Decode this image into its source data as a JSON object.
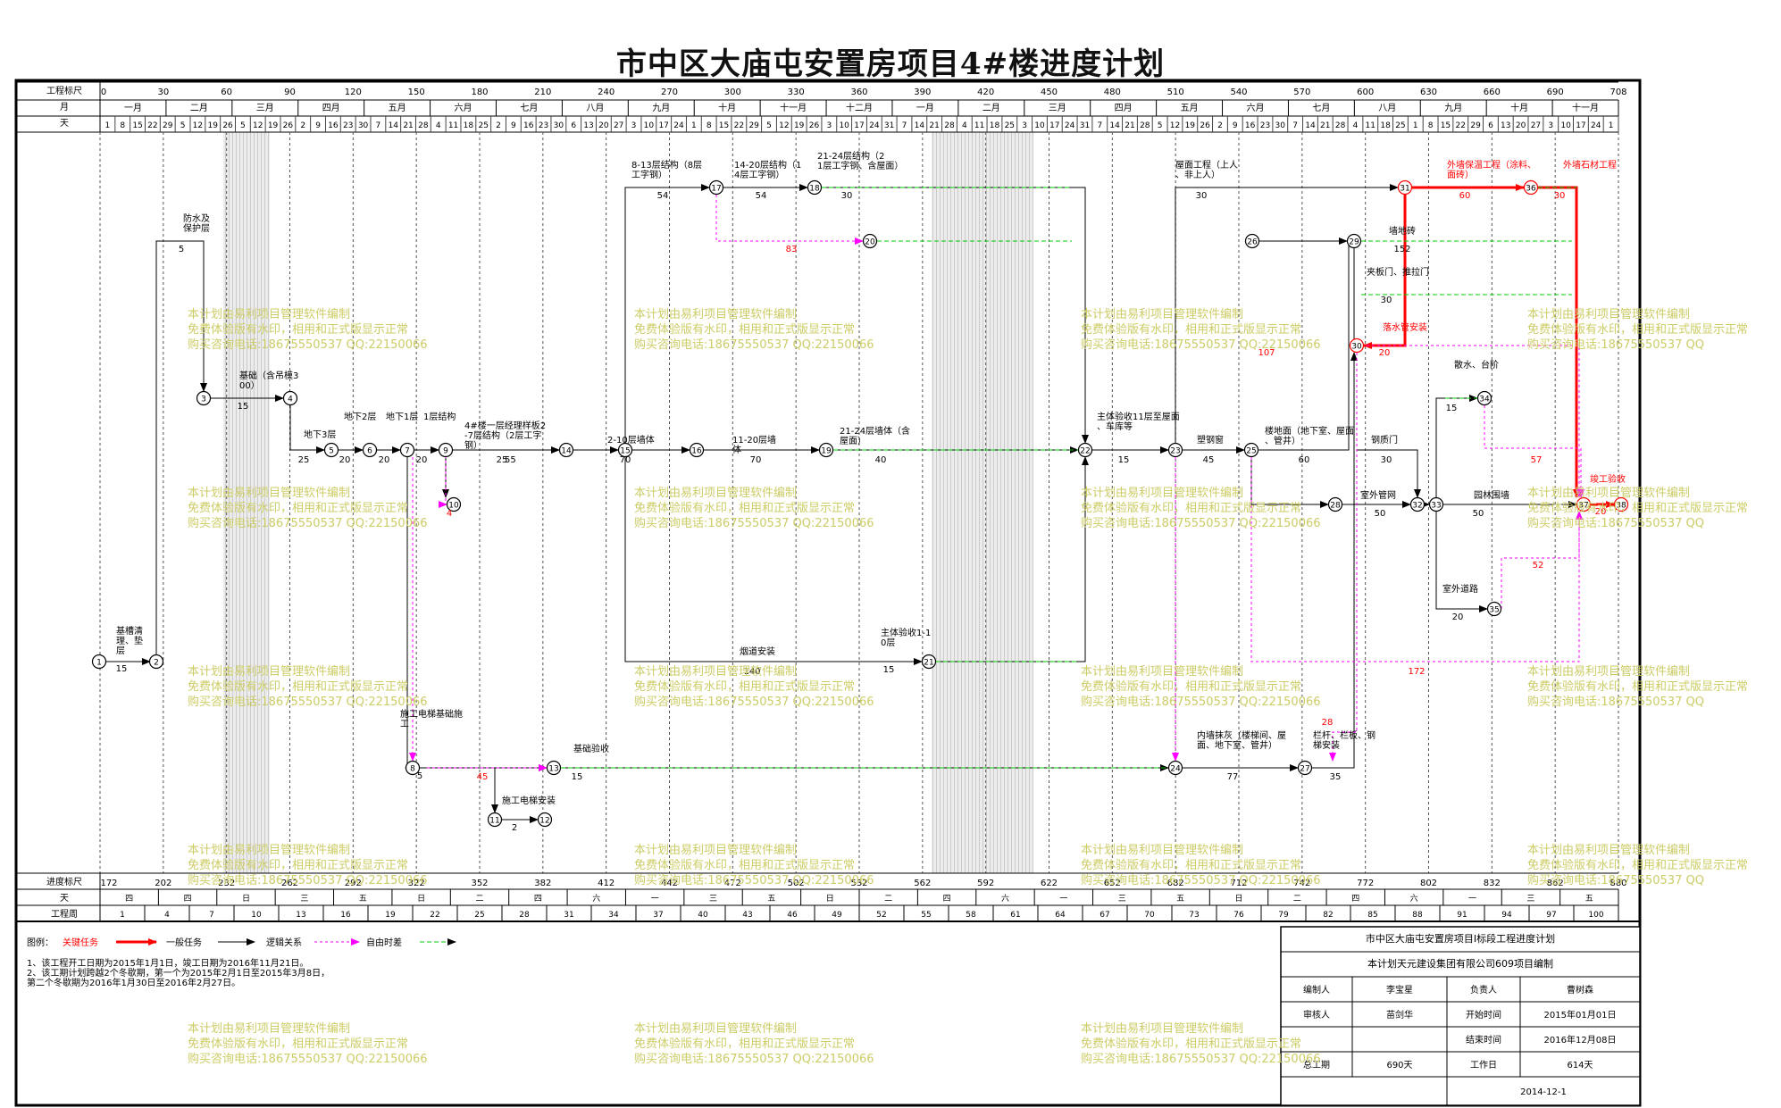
{
  "title": "市中区大庙屯安置房项目4#楼进度计划",
  "top_scale": {
    "row_labels": [
      "工程标尺",
      "月",
      "天"
    ],
    "ticks": [
      "0",
      "30",
      "60",
      "90",
      "120",
      "150",
      "180",
      "210",
      "240",
      "270",
      "300",
      "330",
      "360",
      "390",
      "420",
      "450",
      "480",
      "510",
      "540",
      "570",
      "600",
      "630",
      "660",
      "690",
      "708"
    ],
    "months": [
      "一月",
      "二月",
      "三月",
      "四月",
      "五月",
      "六月",
      "七月",
      "八月",
      "九月",
      "十月",
      "十一月",
      "十二月",
      "一月",
      "二月",
      "三月",
      "四月",
      "五月",
      "六月",
      "七月",
      "八月",
      "九月",
      "十月",
      "十一月"
    ],
    "days": [
      "1",
      "8",
      "15",
      "22",
      "29",
      "5",
      "12",
      "19",
      "26",
      "5",
      "12",
      "19",
      "26",
      "2",
      "9",
      "16",
      "23",
      "30",
      "7",
      "14",
      "21",
      "28",
      "4",
      "11",
      "18",
      "25",
      "2",
      "9",
      "16",
      "23",
      "30",
      "6",
      "13",
      "20",
      "27",
      "3",
      "10",
      "17",
      "24",
      "1",
      "8",
      "15",
      "22",
      "29",
      "5",
      "12",
      "19",
      "26",
      "3",
      "10",
      "17",
      "24",
      "31",
      "7",
      "14",
      "21",
      "28",
      "4",
      "11",
      "18",
      "25",
      "3",
      "10",
      "17",
      "24",
      "31",
      "7",
      "14",
      "21",
      "28",
      "5",
      "12",
      "19",
      "26",
      "2",
      "9",
      "16",
      "23",
      "30",
      "7",
      "14",
      "21",
      "28",
      "4",
      "11",
      "18",
      "25",
      "1",
      "8",
      "15",
      "22",
      "29",
      "6",
      "13",
      "20",
      "27",
      "3",
      "10",
      "17",
      "24",
      "1"
    ]
  },
  "bottom_scale": {
    "row_labels": [
      "进度标尺",
      "天",
      "工程周"
    ],
    "ticks": [
      "172",
      "202",
      "232",
      "262",
      "292",
      "322",
      "352",
      "382",
      "412",
      "442",
      "472",
      "502",
      "532",
      "562",
      "592",
      "622",
      "652",
      "682",
      "712",
      "742",
      "772",
      "802",
      "832",
      "862",
      "880"
    ],
    "weekdays": [
      "四",
      "四",
      "日",
      "三",
      "五",
      "日",
      "二",
      "四",
      "六",
      "一",
      "三",
      "五",
      "日",
      "二",
      "四",
      "六",
      "一",
      "三",
      "五",
      "日",
      "二",
      "四",
      "六",
      "一",
      "三",
      "五"
    ],
    "weeks": [
      "1",
      "4",
      "7",
      "10",
      "13",
      "16",
      "19",
      "22",
      "25",
      "28",
      "31",
      "34",
      "37",
      "40",
      "43",
      "46",
      "49",
      "52",
      "55",
      "58",
      "61",
      "64",
      "67",
      "70",
      "73",
      "76",
      "79",
      "82",
      "85",
      "88",
      "91",
      "94",
      "97",
      "100"
    ]
  },
  "nodes": [
    "1",
    "2",
    "3",
    "4",
    "5",
    "6",
    "7",
    "8",
    "9",
    "10",
    "11",
    "12",
    "13",
    "14",
    "15",
    "16",
    "17",
    "18",
    "19",
    "20",
    "21",
    "22",
    "23",
    "24",
    "25",
    "26",
    "27",
    "28",
    "29",
    "30",
    "31",
    "32",
    "33",
    "34",
    "35",
    "36",
    "37",
    "38"
  ],
  "tasks": [
    {
      "name": "基槽清理、垫层",
      "dur": "15"
    },
    {
      "name": "防水及保护层",
      "dur": "5"
    },
    {
      "name": "基础（含吊模300）",
      "dur": "15"
    },
    {
      "name": "地下3层",
      "dur": "25"
    },
    {
      "name": "地下2层",
      "dur": "20"
    },
    {
      "name": "地下1层",
      "dur": "20"
    },
    {
      "name": "1层结构",
      "dur": "20"
    },
    {
      "name": "4#楼一层经理样板2-7层结构（2层工字钢）",
      "dur": "25"
    },
    {
      "name": "55",
      "dur": ""
    },
    {
      "name": "2-10层墙体",
      "dur": "70"
    },
    {
      "name": "8-13层结构（8层工字钢）",
      "dur": "54"
    },
    {
      "name": "14-20层结构（14层工字钢）",
      "dur": "54"
    },
    {
      "name": "21-24层结构（21层工字钢、含屋面）",
      "dur": "30"
    },
    {
      "name": "11-20层墙体",
      "dur": "70"
    },
    {
      "name": "21-24层墙体（含屋面）",
      "dur": "40"
    },
    {
      "name": "烟道安装",
      "dur": "140"
    },
    {
      "name": "主体验收1-10层",
      "dur": "15"
    },
    {
      "name": "施工电梯基础施工",
      "dur": "5"
    },
    {
      "name": "基础验收",
      "dur": "15"
    },
    {
      "name": "施工电梯安装",
      "dur": "2"
    },
    {
      "name": "主体验收11层至屋面、车库等",
      "dur": "15"
    },
    {
      "name": "屋面工程（上人、非上人）",
      "dur": "30"
    },
    {
      "name": "塑钢窗",
      "dur": "45"
    },
    {
      "name": "楼地面（地下室、屋面、管井）",
      "dur": "60"
    },
    {
      "name": "内墙抹灰（楼梯间、屋面、地下室、管井）",
      "dur": "77"
    },
    {
      "name": "栏杆、栏板、钢梯安装",
      "dur": "35"
    },
    {
      "name": "外墙保温工程（涂料、面砖）",
      "dur": "60"
    },
    {
      "name": "外墙石材工程",
      "dur": "30"
    },
    {
      "name": "墙地砖",
      "dur": "152"
    },
    {
      "name": "夹板门、推拉门",
      "dur": "30"
    },
    {
      "name": "落水管安装",
      "dur": "20"
    },
    {
      "name": "散水、台阶",
      "dur": "15"
    },
    {
      "name": "钢质门",
      "dur": "30"
    },
    {
      "name": "室外管网",
      "dur": "50"
    },
    {
      "name": "园林围墙",
      "dur": "50"
    },
    {
      "name": "室外道路",
      "dur": "20"
    },
    {
      "name": "竣工验收",
      "dur": "20"
    }
  ],
  "float_labels": [
    "83",
    "45",
    "4",
    "107",
    "57",
    "52",
    "172",
    "28"
  ],
  "legend": {
    "title": "图例：",
    "critical": "关键任务",
    "normal": "一般任务",
    "logic": "逻辑关系",
    "free_float": "自由时差",
    "notes": [
      "1、该工程开工日期为2015年1月1日，竣工日期为2016年11月21日。",
      "2、该工期计划跨越2个冬歇期，第一个为2015年2月1日至2015年3月8日，",
      "第二个冬歇期为2016年1月30日至2016年2月27日。"
    ]
  },
  "title_block": {
    "line1": "市中区大庙屯安置房项目Ⅰ标段工程进度计划",
    "line2": "本计划天元建设集团有限公司609项目编制",
    "compiler_label": "编制人",
    "compiler": "李宝星",
    "manager_label": "负责人",
    "manager": "曹树森",
    "reviewer_label": "审核人",
    "reviewer": "苗剑华",
    "start_label": "开始时间",
    "start": "2015年01月01日",
    "end_label": "结束时间",
    "end": "2016年12月08日",
    "total_label": "总工期",
    "total": "690天",
    "workday_label": "工作日",
    "workday": "614天",
    "date": "2014-12-1"
  },
  "watermark": [
    "本计划由易利项目管理软件编制",
    "免费体验版有水印，相用和正式版显示正常",
    "购买咨询电话:18675550537 QQ:22150066"
  ],
  "colors": {
    "critical": "#ff0000",
    "normal": "#000000",
    "free_float": "#ff00ff",
    "spare": "#00cc00",
    "grid": "#000000",
    "watermark": "#cccc66"
  }
}
